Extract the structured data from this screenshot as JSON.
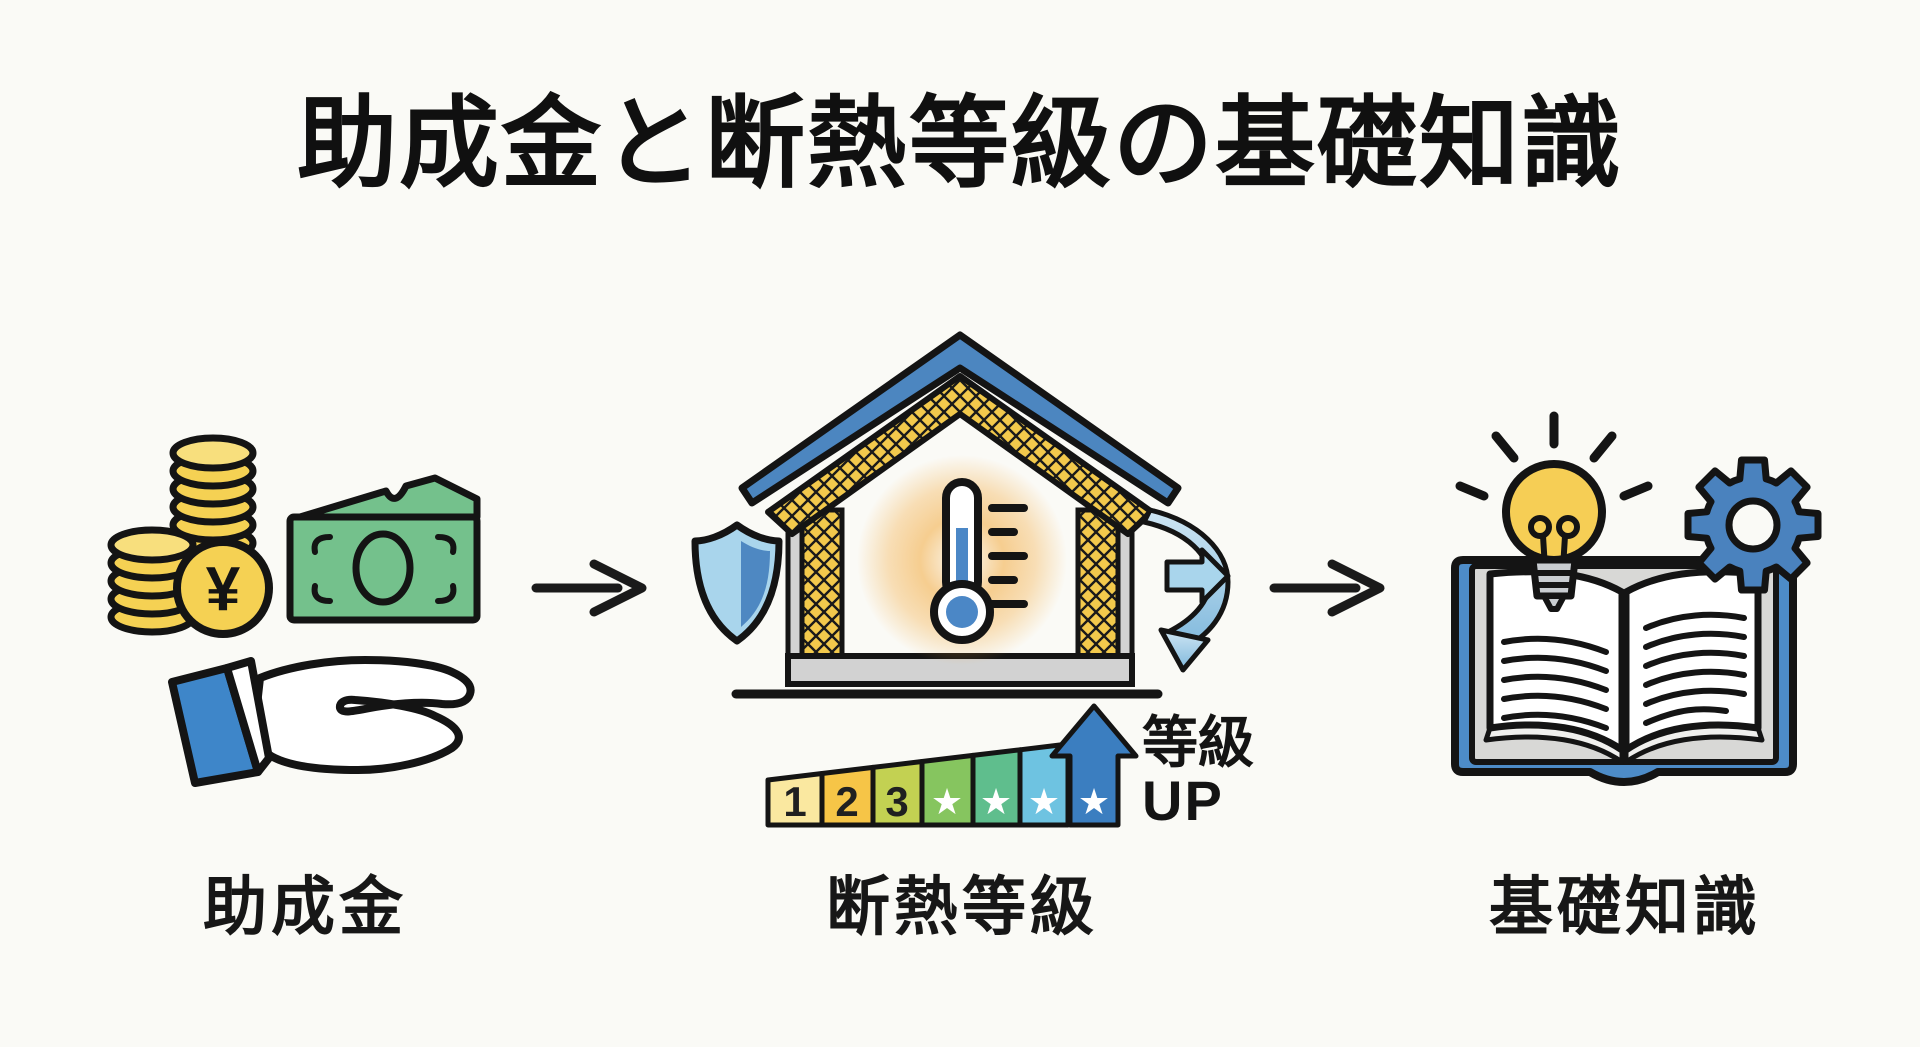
{
  "title": "助成金と断熱等級の基礎知識",
  "flow": {
    "steps": [
      {
        "id": "subsidy",
        "label": "助成金"
      },
      {
        "id": "insulation",
        "label": "断熱等級"
      },
      {
        "id": "knowledge",
        "label": "基礎知識"
      }
    ]
  },
  "subsidy_icon": {
    "currency_symbol": "¥"
  },
  "grade_scale": {
    "segments": [
      {
        "text": "1",
        "color": "#fae8a0"
      },
      {
        "text": "2",
        "color": "#f6c547"
      },
      {
        "text": "3",
        "color": "#c3d152"
      },
      {
        "text": "★",
        "color": "#86c55f"
      },
      {
        "text": "★",
        "color": "#5fbe8d"
      },
      {
        "text": "★",
        "color": "#6ec3e1"
      },
      {
        "text": "★",
        "color": "#3b7ec0"
      }
    ],
    "annotation_line1": "等級",
    "annotation_line2": "UP"
  },
  "colors": {
    "outline": "#141414",
    "roof_blue": "#4c86c0",
    "insulation_yellow": "#f2c94c",
    "wall_gray": "#d2d2d2",
    "coin_gold": "#f5d153",
    "coin_gold_light": "#f8df7d",
    "banknote_green": "#74c18c",
    "sleeve_blue": "#3e86c9",
    "shield_light": "#a9d5ec",
    "shield_dark": "#4e88c2",
    "thermo_blue": "#4b87c6",
    "glow_orange": "#f3a93c",
    "air_blue": "#a9d5ec",
    "book_cover_blue": "#4d8cc8",
    "gear_blue": "#4a82be",
    "bulb_yellow": "#f6ce55",
    "grade_arrow_blue": "#3b7ec0"
  }
}
